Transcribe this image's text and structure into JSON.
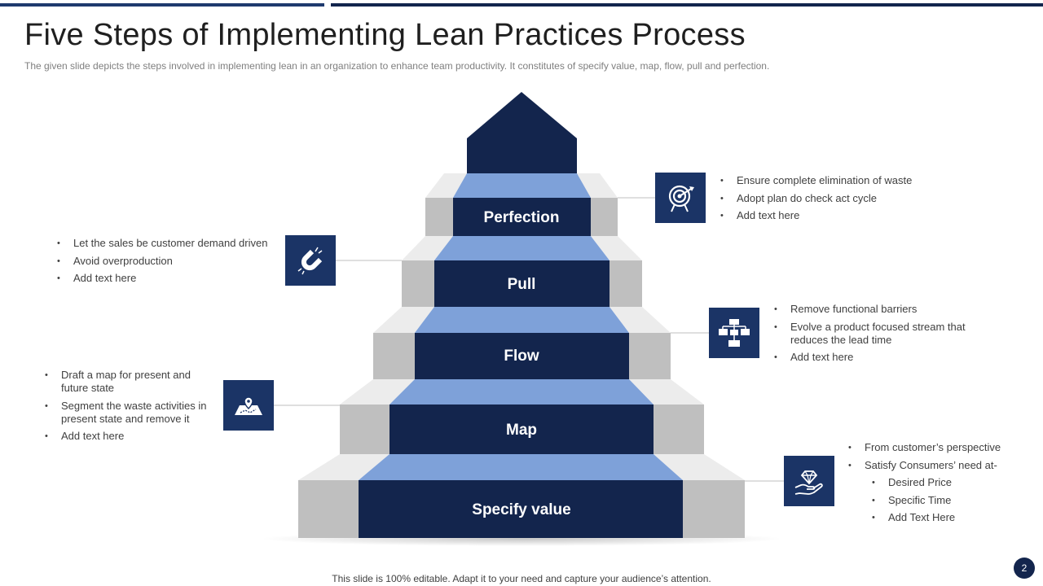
{
  "slide": {
    "title": "Five Steps of Implementing Lean Practices Process",
    "subtitle": "The given slide depicts the steps involved in implementing lean in an organization to enhance team productivity. It constitutes of specify value, map, flow, pull and perfection.",
    "footer": "This slide is 100% editable. Adapt it to your need and capture your audience’s attention.",
    "page_number": "2"
  },
  "colors": {
    "navy": "#13254d",
    "light_blue": "#7ea1d9",
    "icon_box": "#1b3466",
    "gray": "#bfbfbf"
  },
  "steps": [
    {
      "label": "Perfection",
      "icon": "target-icon",
      "bullets": [
        {
          "text": "Ensure complete elimination of waste"
        },
        {
          "text": "Adopt plan do check act cycle"
        },
        {
          "text": "Add text here"
        }
      ]
    },
    {
      "label": "Pull",
      "icon": "magnet-icon",
      "bullets": [
        {
          "text": "Let the sales be customer demand driven"
        },
        {
          "text": "Avoid overproduction"
        },
        {
          "text": "Add text here"
        }
      ]
    },
    {
      "label": "Flow",
      "icon": "flowchart-icon",
      "bullets": [
        {
          "text": "Remove functional barriers"
        },
        {
          "text": "Evolve a product focused stream that reduces the lead time"
        },
        {
          "text": "Add text here"
        }
      ]
    },
    {
      "label": "Map",
      "icon": "map-pin-icon",
      "bullets": [
        {
          "text": "Draft a map for present and future state"
        },
        {
          "text": "Segment the waste activities in present state and remove it"
        },
        {
          "text": "Add text here"
        }
      ]
    },
    {
      "label": "Specify value",
      "icon": "hand-diamond-icon",
      "bullets": [
        {
          "text": "From customer’s perspective"
        },
        {
          "text": "Satisfy Consumers’ need at-"
        },
        {
          "text": "Desired Price",
          "sub": true
        },
        {
          "text": "Specific Time",
          "sub": true
        },
        {
          "text": "Add Text Here",
          "sub": true
        }
      ]
    }
  ]
}
